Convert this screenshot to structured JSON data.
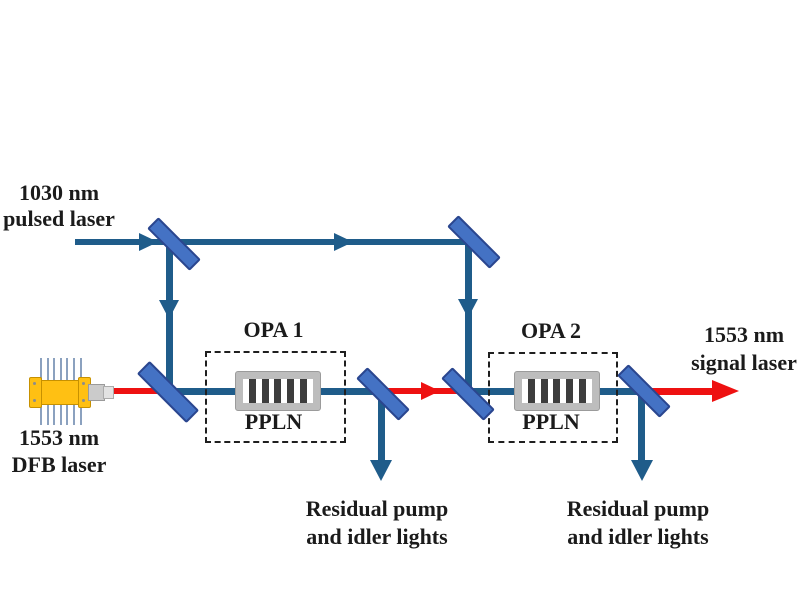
{
  "diagram": {
    "type": "optical-setup-schematic",
    "colors": {
      "pump_beam": "#1f5c8a",
      "signal_beam": "#ee1111",
      "mirror_fill": "#4472c4",
      "mirror_border": "#2a468f",
      "crystal_body": "#bdbdbd",
      "crystal_bar": "#3d3d3d",
      "laser_body": "#ffc013"
    },
    "labels": {
      "pump_source": {
        "line1": "1030 nm",
        "line2": "pulsed laser"
      },
      "seed_source": {
        "line1": "1553 nm",
        "line2": "DFB laser"
      },
      "opa1": {
        "title": "OPA 1",
        "crystal": "PPLN"
      },
      "opa2": {
        "title": "OPA 2",
        "crystal": "PPLN"
      },
      "output": {
        "line1": "1553 nm",
        "line2": "signal laser"
      },
      "residual1": {
        "line1": "Residual pump",
        "line2": "and idler lights"
      },
      "residual2": {
        "line1": "Residual pump",
        "line2": "and idler lights"
      }
    }
  }
}
